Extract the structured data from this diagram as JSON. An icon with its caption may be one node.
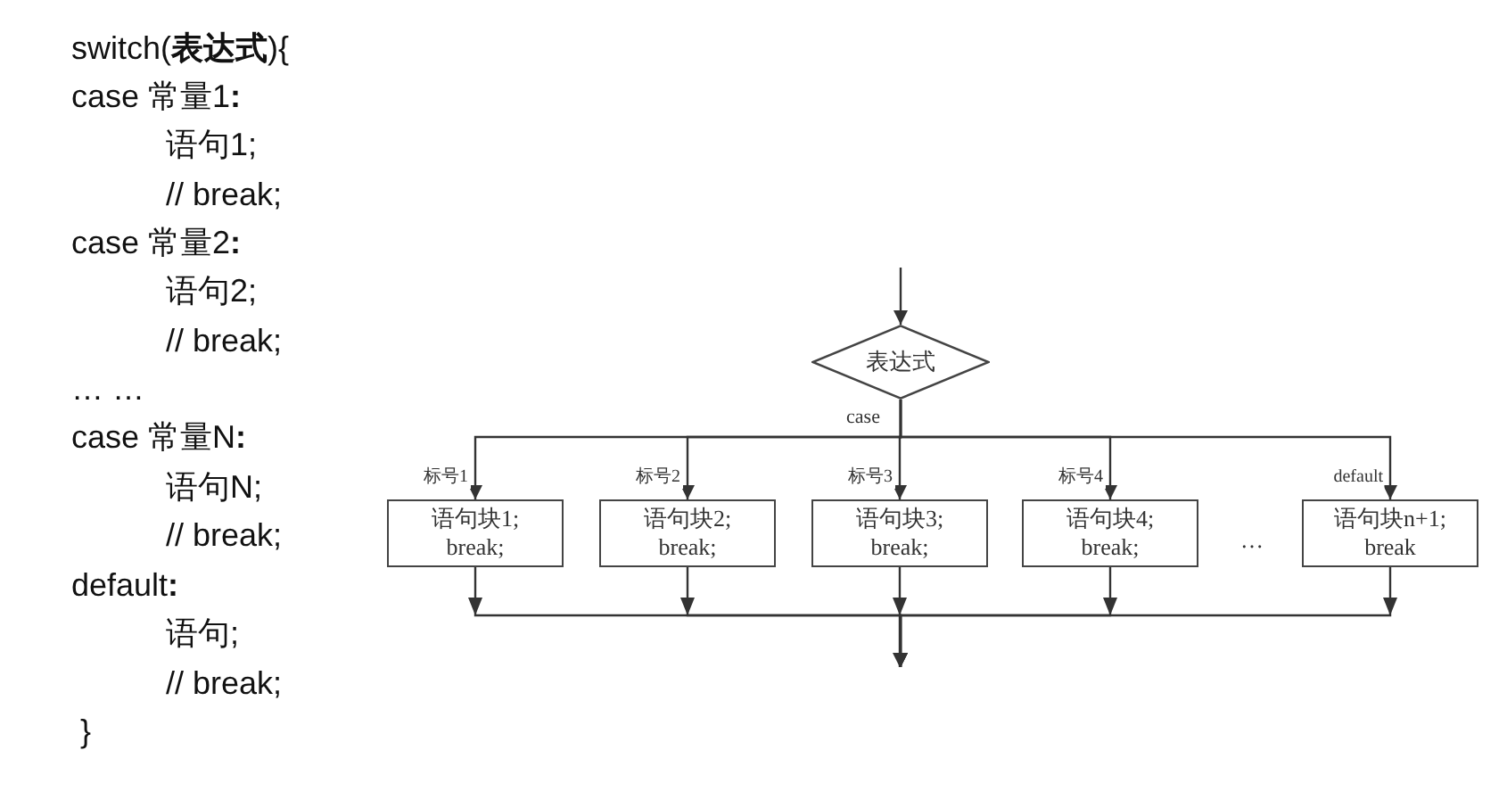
{
  "diagram": {
    "nodes": [
      {
        "text": [
          "表达式"
        ]
      },
      {
        "text": [
          "语句块1;",
          "break;"
        ]
      },
      {
        "text": [
          "语句块2;",
          "break;"
        ]
      },
      {
        "text": [
          "语句块3;",
          "break;"
        ]
      },
      {
        "text": [
          "语句块4;",
          "break;"
        ]
      },
      {
        "text": [
          "语句块n+1;",
          "break"
        ]
      }
    ],
    "edges": [
      {
        "from": null,
        "to": 0,
        "arrow": "to"
      },
      {
        "from": 0,
        "to": 1,
        "arrow": "to",
        "label": "标号1"
      },
      {
        "from": 0,
        "to": 2,
        "arrow": "to",
        "label": "标号2"
      },
      {
        "from": 0,
        "to": 3,
        "arrow": "to",
        "label": "标号3"
      },
      {
        "from": 0,
        "to": 4,
        "arrow": "to",
        "label": "标号4"
      },
      {
        "from": 0,
        "to": 5,
        "arrow": "to",
        "label": "default"
      },
      {
        "from": 1,
        "to": null,
        "arrow": "to"
      },
      {
        "from": 2,
        "to": null,
        "arrow": "to"
      },
      {
        "from": 3,
        "to": null,
        "arrow": "to"
      },
      {
        "from": 4,
        "to": null,
        "arrow": "to"
      },
      {
        "from": 5,
        "to": null,
        "arrow": "to"
      }
    ],
    "labels": [
      "switch(**表达式**){",
      "case 常量1**:**",
      "语句1;",
      "// break;",
      "case 常量2**:**",
      "语句2;",
      "// break;",
      "… …",
      "case 常量N**:**",
      "语句N;",
      "// break;",
      "default**:**",
      "语句;",
      "// break;",
      "}",
      "case",
      "…"
    ]
  }
}
